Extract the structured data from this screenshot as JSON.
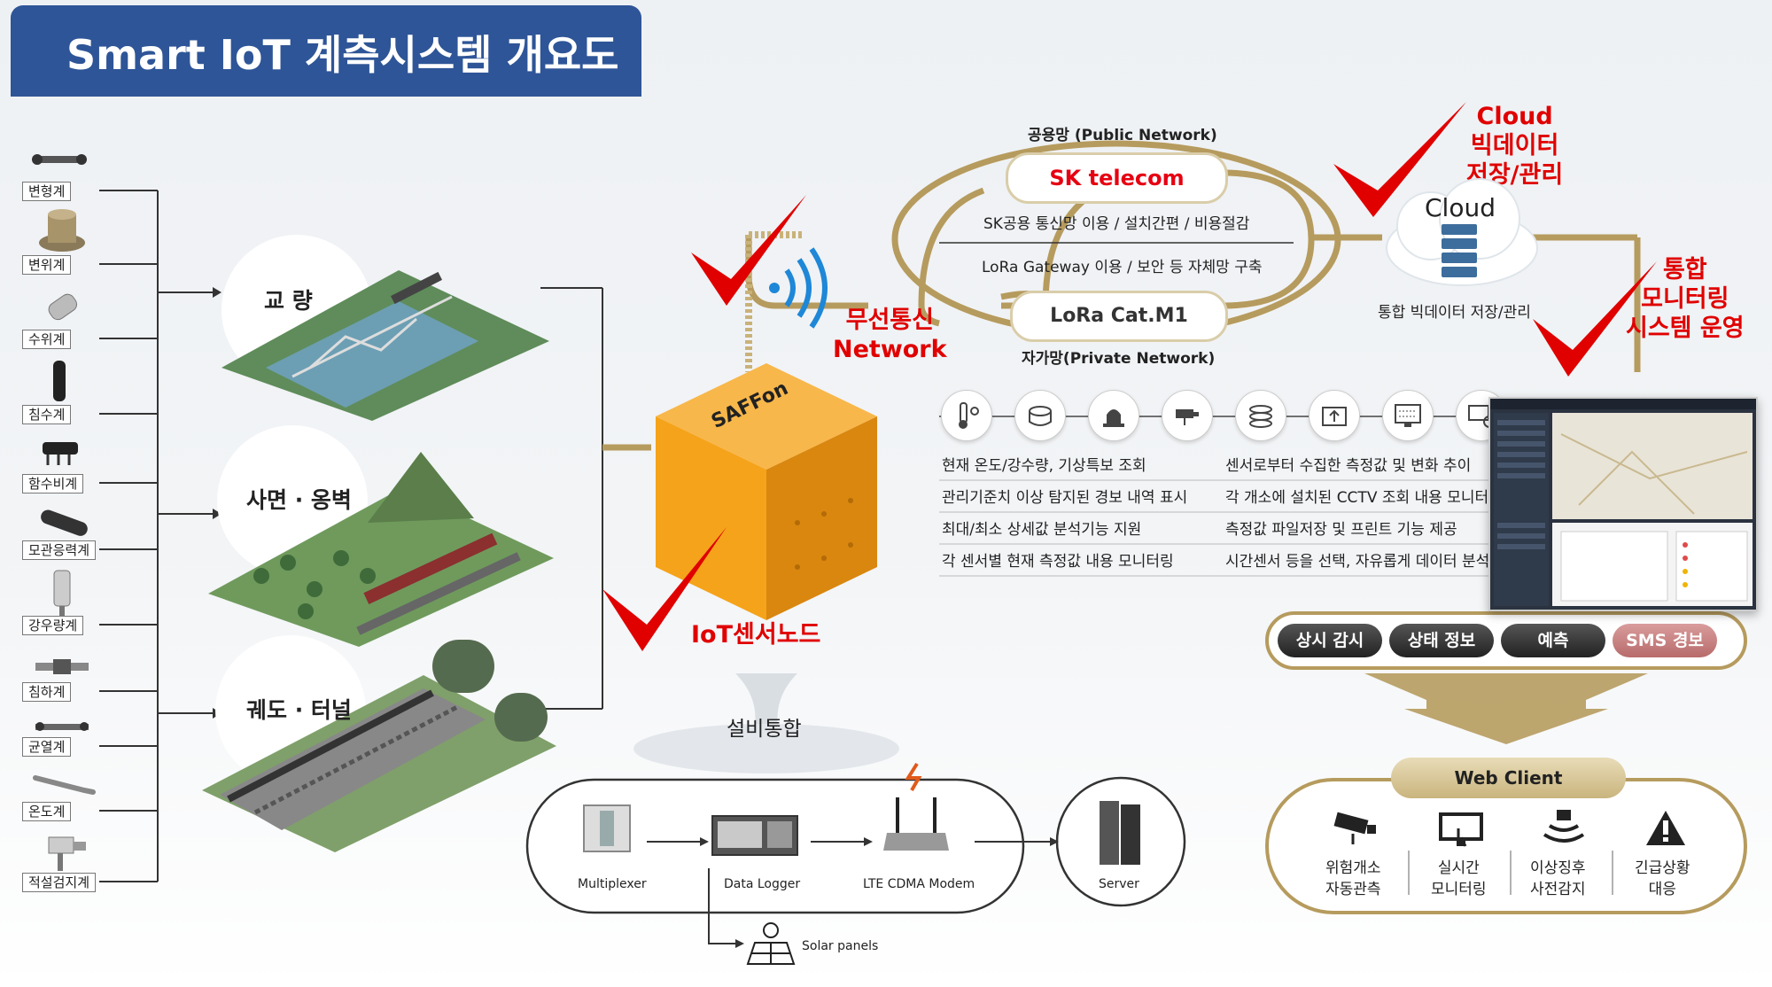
{
  "title": "Smart IoT 계측시스템 개요도",
  "sensors": [
    "변형계",
    "변위계",
    "수위계",
    "침수계",
    "함수비계",
    "모관응력계",
    "강우량계",
    "침하계",
    "균열계",
    "온도계",
    "적설검지계"
  ],
  "scenes": [
    "교 량",
    "사면 · 옹벽",
    "궤도 · 터널"
  ],
  "network": {
    "public_label": "공용망 (Public Network)",
    "sk_logo": "SK telecom",
    "public_desc": "SK공용 통신망 이용 / 설치간편 / 비용절감",
    "private_desc": "LoRa Gateway 이용 / 보안 등 자체망 구축",
    "lora_logo": "LoRa Cat.M1",
    "private_label": "자가망(Private Network)"
  },
  "cloud": {
    "label": "Cloud",
    "caption": "통합 빅데이터 저장/관리"
  },
  "annotations": {
    "cloud_note": [
      "Cloud",
      "빅데이터",
      "저장/관리"
    ],
    "monitor_note": [
      "통합",
      "모니터링",
      "시스템 운영"
    ],
    "wireless_note": [
      "무선통신",
      "Network"
    ],
    "node_note": "IoT센서노드"
  },
  "node_logo": "SAFFon",
  "integration_label": "설비통합",
  "features": {
    "left": [
      "현재 온도/강수량, 기상특보 조회",
      "관리기준치 이상 탐지된 경보 내역 표시",
      "최대/최소 상세값 분석기능 지원",
      "각 센서별 현재 측정값 내용 모니터링"
    ],
    "right": [
      "센서로부터 수집한 측정값 및 변화 추이",
      "각 개소에 설치된 CCTV 조회 내용 모니터링",
      "측정값 파일저장 및 프린트 기능 제공",
      "시간센서 등을 선택, 자유롭게 데이터 분석"
    ]
  },
  "feature_icons": [
    "thermometer-sun-icon",
    "sensor-device-icon",
    "alarm-light-icon",
    "cctv-icon",
    "sensor-stack-icon",
    "upload-folder-icon",
    "data-monitor-icon",
    "network-computer-icon"
  ],
  "pills": [
    "상시 감시",
    "상태 정보",
    "예측",
    "SMS 경보"
  ],
  "web_client": {
    "title": "Web Client",
    "services": [
      {
        "line1": "위험개소",
        "line2": "자동관측",
        "icon": "cctv-icon"
      },
      {
        "line1": "실시간",
        "line2": "모니터링",
        "icon": "monitor-touch-icon"
      },
      {
        "line1": "이상징후",
        "line2": "사전감지",
        "icon": "signal-alert-icon"
      },
      {
        "line1": "긴급상황",
        "line2": "대응",
        "icon": "warning-icon"
      }
    ]
  },
  "devices": [
    "Multiplexer",
    "Data Logger",
    "LTE CDMA Modem",
    "Server"
  ],
  "solar_label": "Solar panels",
  "colors": {
    "title_bg": "#2e5597",
    "accent_gold": "#b69b5e",
    "red_annotation": "#e00000",
    "node_orange": "#f5a31a"
  }
}
